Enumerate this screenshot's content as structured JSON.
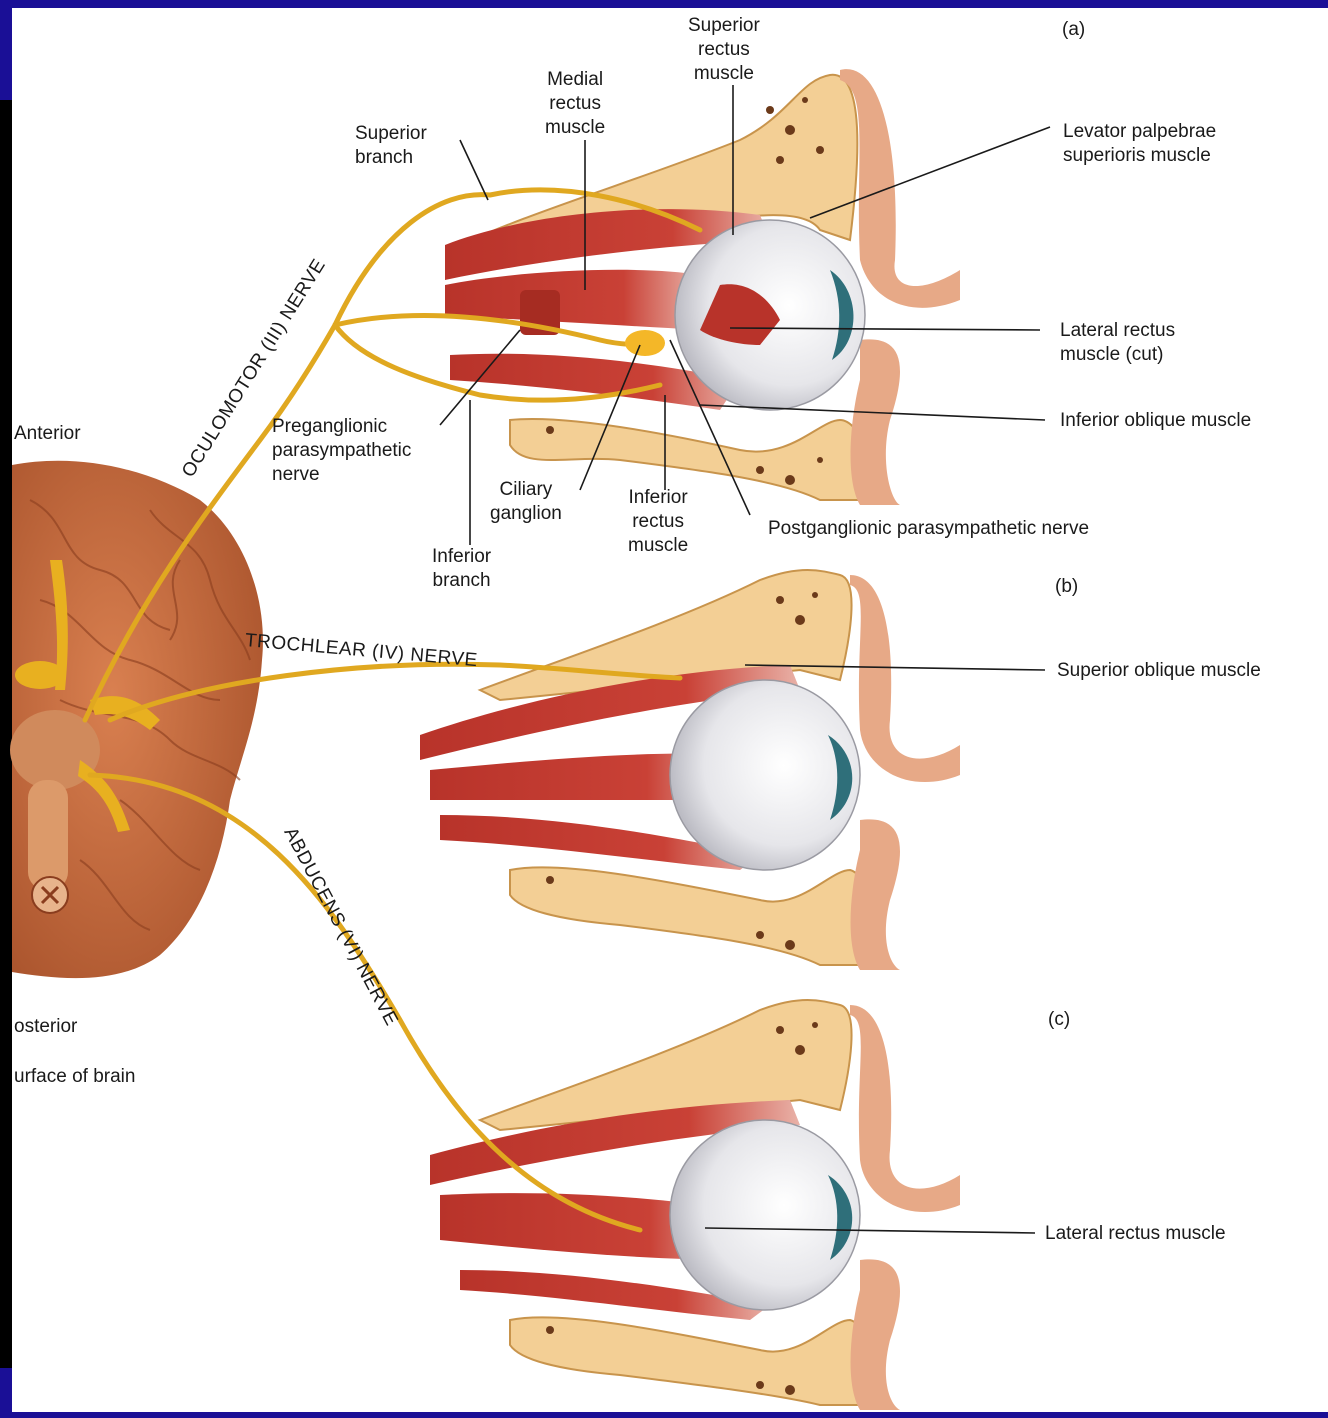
{
  "panels": {
    "a": "(a)",
    "b": "(b)",
    "c": "(c)"
  },
  "labels": {
    "superior_rectus": "Superior\nrectus\nmuscle",
    "medial_rectus": "Medial\nrectus\nmuscle",
    "superior_branch": "Superior\nbranch",
    "levator": "Levator palpebrae\nsuperioris muscle",
    "lateral_rectus_cut": "Lateral rectus\nmuscle (cut)",
    "inferior_oblique": "Inferior oblique muscle",
    "preganglionic": "Preganglionic\nparasympathetic\nnerve",
    "ciliary_ganglion": "Ciliary\nganglion",
    "inferior_rectus": "Inferior\nrectus\nmuscle",
    "postganglionic": "Postganglionic parasympathetic nerve",
    "inferior_branch": "Inferior\nbranch",
    "superior_oblique": "Superior oblique muscle",
    "lateral_rectus": "Lateral rectus muscle",
    "anterior": "Anterior",
    "posterior": "osterior",
    "surface_of_brain": "urface of brain"
  },
  "nerves": {
    "oculomotor": "OCULOMOTOR (III) NERVE",
    "trochlear": "TROCHLEAR (IV) NERVE",
    "abducens": "ABDUCENS (VI) NERVE"
  },
  "colors": {
    "frame_blue": "#1a0f96",
    "muscle": "#c0392b",
    "nerve": "#e0a820",
    "bone": "#f3cf95",
    "brain": "#c86a3c"
  }
}
